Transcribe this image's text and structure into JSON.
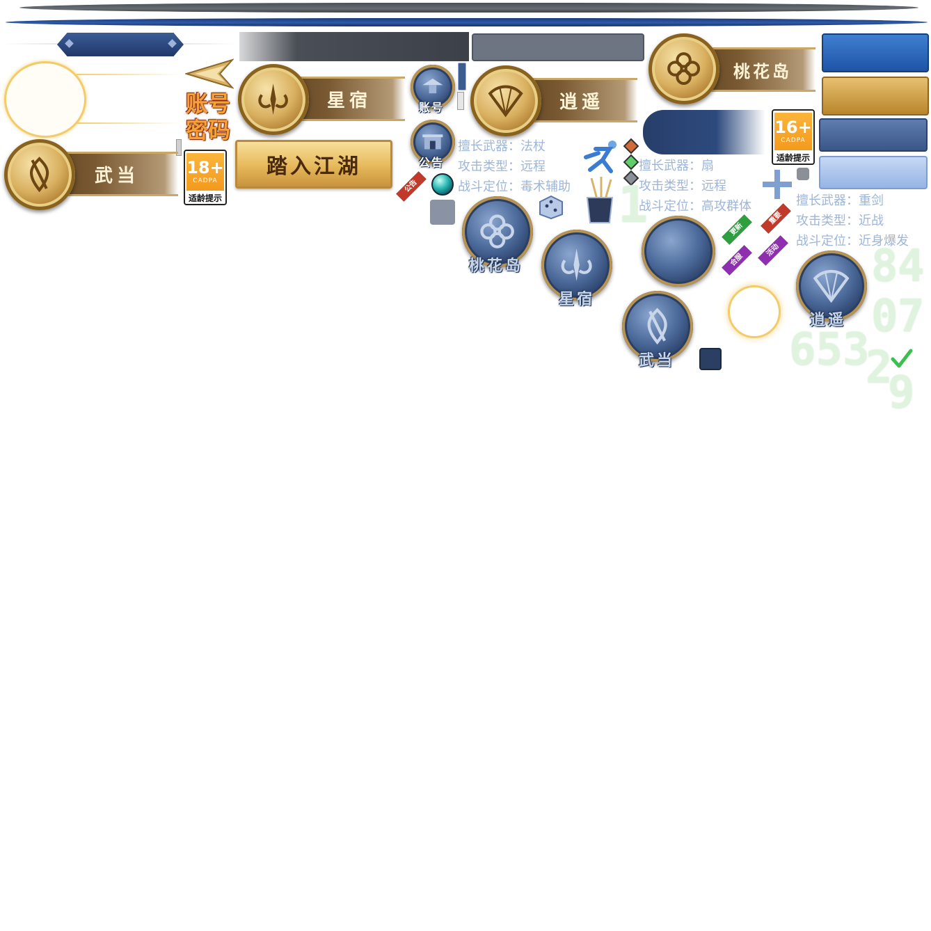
{
  "banners": {
    "wudang": "武当",
    "xingsu": "星宿",
    "xiaoyao": "逍遥",
    "taohuadao": "桃花岛"
  },
  "login": {
    "account_password_line1": "账号",
    "account_password_line2": "密码",
    "enter_button": "踏入江湖"
  },
  "side_buttons": {
    "account_label": "账号",
    "notice_label": "公告"
  },
  "ratings": {
    "age18": "18+",
    "age16": "16+",
    "org": "CADPA",
    "tip": "适龄提示"
  },
  "ribbons": {
    "notice": "公告",
    "update": "更新",
    "important": "重要",
    "server_merge": "合服",
    "event": "活动"
  },
  "sect_medals": {
    "taohuadao": "桃花岛",
    "xingsu": "星宿",
    "wudang": "武当",
    "xiaoyao": "逍遥"
  },
  "class_info": {
    "xingsu": [
      "擅长武器：法杖",
      "攻击类型：远程",
      "战斗定位：毒术辅助"
    ],
    "xiaoyao": [
      "擅长武器：扇",
      "攻击类型：远程",
      "战斗定位：高攻群体"
    ],
    "wudang": [
      "擅长武器：重剑",
      "攻击类型：近战",
      "战斗定位：近身爆发"
    ]
  },
  "digits": {
    "big_one": "1",
    "col1": "8",
    "col2": "4",
    "col3": "0",
    "col4": "7",
    "row": "653",
    "two": "2",
    "nine": "9"
  },
  "icons": {
    "arrow": "arrow-icon",
    "check": "check-icon",
    "plus": "plus-icon",
    "dice": "dice-icon",
    "runner": "runner-icon",
    "brush_cup": "brush-cup-icon"
  },
  "colors": {
    "gold": "#d9b060",
    "navy": "#23385e",
    "info_text": "#9db6d8",
    "digit_green": "#dff3df"
  }
}
